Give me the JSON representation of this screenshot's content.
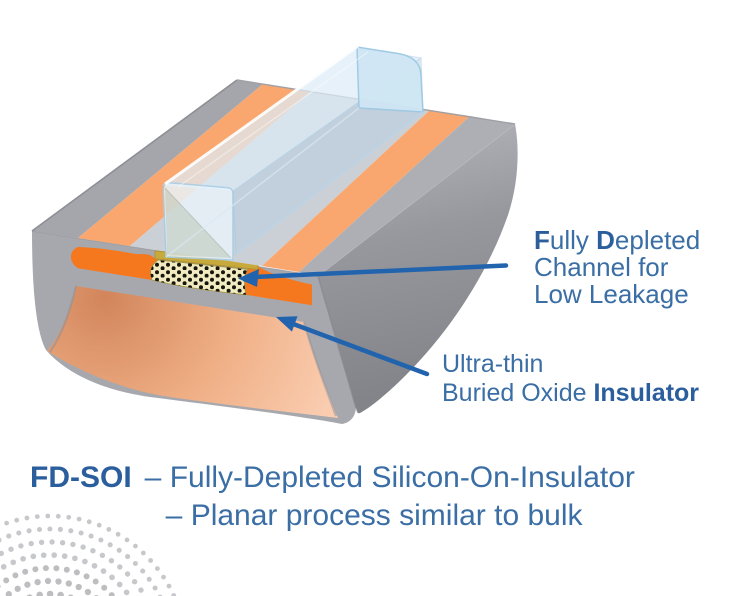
{
  "slide": {
    "annotations": {
      "channel": {
        "b1": "F",
        "s1": "ully ",
        "b2": "D",
        "s2": "epleted",
        "line2": "Channel for",
        "line3": "Low Leakage"
      },
      "oxide": {
        "line1": "Ultra-thin",
        "line2a": "Buried Oxide ",
        "line2b": "Insulator"
      }
    },
    "caption": {
      "term": "FD-SOI",
      "items": [
        {
          "text": "– Fully-Depleted Silicon-On-Insulator"
        },
        {
          "text": "– Planar process similar to bulk"
        }
      ]
    },
    "colors": {
      "accent_blue": "#2263AE",
      "text_blue": "#3A6EA5",
      "text_blue_bold": "#2B5E9C",
      "silicon_orange_front": "#F5781F",
      "silicon_orange_top": "#F9A76E",
      "substrate_salmon": "#F3B98F",
      "oxide_gray": "#A7A8AE",
      "gate_glass_blue": "#CDE7F5",
      "channel_cream": "#F2EBC1",
      "gate_oxide_gold": "#C8A93C",
      "watermark_gray": "#C4C5C8"
    }
  }
}
